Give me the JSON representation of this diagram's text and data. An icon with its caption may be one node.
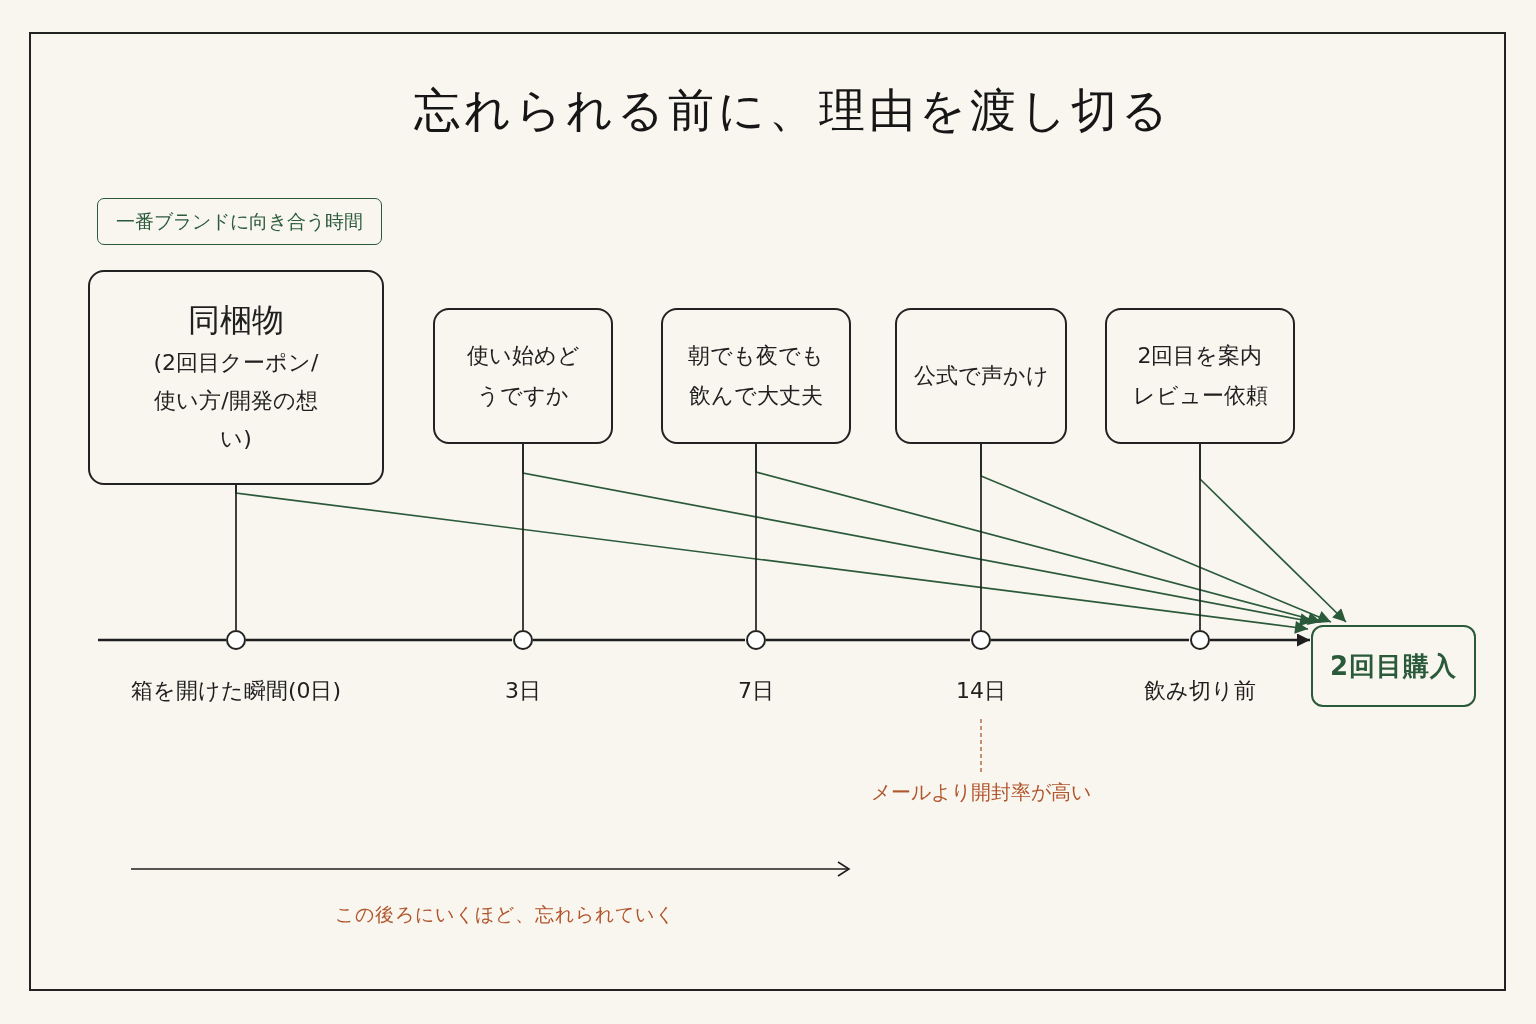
{
  "diagram": {
    "title": "忘れられる前に、理由を渡し切る",
    "nodes": [
      {
        "text": [
          "一番ブランドに向き合う時間"
        ]
      },
      {
        "text": [
          "同梱物",
          "(2回目クーポン/使い方/開発の想い)"
        ]
      },
      {
        "text": [
          "使い始めどうですか"
        ]
      },
      {
        "text": [
          "朝でも夜でも飲んで大丈夫"
        ]
      },
      {
        "text": [
          "公式で声かけ"
        ]
      },
      {
        "text": [
          "2回目を案内レビュー依頼"
        ]
      },
      {
        "text": [],
        "shape": "circle",
        "beside": [
          "箱を開けた瞬間(0日)"
        ]
      },
      {
        "text": [],
        "shape": "circle",
        "beside": [
          "3日"
        ]
      },
      {
        "text": [],
        "shape": "circle",
        "beside": [
          "7日"
        ]
      },
      {
        "text": [],
        "shape": "circle",
        "beside": [
          "14日"
        ]
      },
      {
        "text": [],
        "shape": "circle",
        "beside": [
          "飲み切り前"
        ]
      },
      {
        "text": [
          "2回目購入"
        ]
      },
      {
        "text": [
          "メールより開封率が高い"
        ]
      }
    ],
    "edges": [
      {
        "from": null,
        "to": 6,
        "arrow": "none"
      },
      {
        "from": 6,
        "to": 7,
        "arrow": "none"
      },
      {
        "from": 7,
        "to": 8,
        "arrow": "none"
      },
      {
        "from": 8,
        "to": 9,
        "arrow": "none"
      },
      {
        "from": 9,
        "to": 10,
        "arrow": "none"
      },
      {
        "from": 10,
        "to": 11,
        "arrow": "to"
      },
      {
        "from": 1,
        "to": 6,
        "arrow": "none"
      },
      {
        "from": 2,
        "to": 7,
        "arrow": "none"
      },
      {
        "from": 3,
        "to": 8,
        "arrow": "none"
      },
      {
        "from": 4,
        "to": 9,
        "arrow": "none"
      },
      {
        "from": 5,
        "to": 10,
        "arrow": "none"
      },
      {
        "from": 1,
        "to": 11,
        "arrow": "to",
        "color": "#2b5a3a"
      },
      {
        "from": 2,
        "to": 11,
        "arrow": "to",
        "color": "#2b5a3a"
      },
      {
        "from": 3,
        "to": 11,
        "arrow": "to",
        "color": "#2b5a3a"
      },
      {
        "from": 4,
        "to": 11,
        "arrow": "to",
        "color": "#2b5a3a"
      },
      {
        "from": 5,
        "to": 11,
        "arrow": "to",
        "color": "#2b5a3a"
      },
      {
        "from": 12,
        "to": 9,
        "arrow": "none",
        "style": "dashed",
        "color": "#b0562c"
      }
    ],
    "labels": [
      "この後ろにいくほど、忘れられていく"
    ]
  }
}
